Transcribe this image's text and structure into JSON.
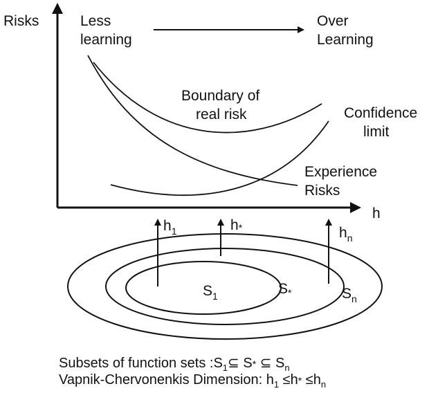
{
  "axes": {
    "y_label": "Risks",
    "x_label": "h"
  },
  "labels": {
    "less_learning_1": "Less",
    "less_learning_2": "learning",
    "over_learning_1": "Over",
    "over_learning_2": "Learning",
    "boundary_1": "Boundary of",
    "boundary_2": "real risk",
    "confidence_1": "Confidence",
    "confidence_2": "limit",
    "experience_1": "Experience",
    "experience_2": "Risks"
  },
  "h_markers": [
    {
      "base": "h",
      "sub": "1"
    },
    {
      "base": "h",
      "sub": "*"
    },
    {
      "base": "h",
      "sub": "n"
    }
  ],
  "sets": [
    {
      "base": "S",
      "sub": "1"
    },
    {
      "base": "S",
      "sub": "*"
    },
    {
      "base": "S",
      "sub": "n"
    }
  ],
  "caption": {
    "line1_prefix": "Subsets of function sets :S",
    "line1_s1": "1",
    "line1_mid": "⊆ S",
    "line1_star": "*",
    "line1_sep": " ⊆ S",
    "line1_n": "n",
    "line2_prefix": "Vapnik-Chervonenkis Dimension: h",
    "line2_h1": "1",
    "line2_mid": " ≤h",
    "line2_star": "*",
    "line2_sep": " ≤h",
    "line2_n": "n"
  }
}
